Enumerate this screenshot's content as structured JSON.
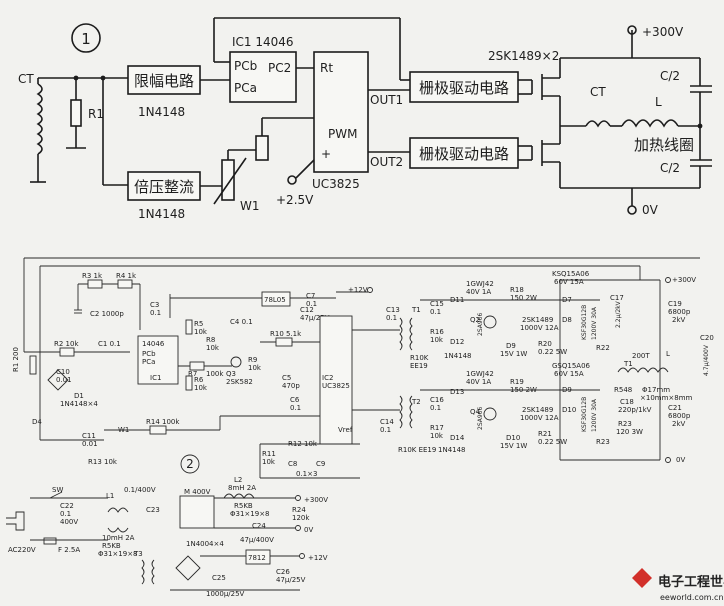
{
  "diagram1": {
    "number": "1",
    "ct_left": "CT",
    "r1": "R1",
    "limiter": "限幅电路",
    "diode_top": "1N4148",
    "ic1_title": "IC1 14046",
    "pcb": "PCb",
    "pca": "PCa",
    "pc2": "PC2",
    "rt": "Rt",
    "pwm": "PWM",
    "plus": "+",
    "out1": "OUT1",
    "out2": "OUT2",
    "uc": "UC3825",
    "doubler": "倍压整流",
    "diode_bottom": "1N4148",
    "w1": "W1",
    "v25": "+2.5V",
    "gate1": "栅极驱动电路",
    "gate2": "栅极驱动电路",
    "mosfet": "2SK1489×2",
    "v300": "+300V",
    "v0": "0V",
    "c2a": "C/2",
    "c2b": "C/2",
    "ct_right": "CT",
    "l": "L",
    "coil": "加热线圈"
  },
  "diagram2": {
    "number": "2",
    "labels": {
      "r3": "R3 1k",
      "r4": "R4 1k",
      "c2": "C2 1000p",
      "c3": "C3",
      "c3v": "0.1",
      "u7805": "78L05",
      "v12": "+12V",
      "c12": "C12",
      "c12v": "47μ/25V",
      "r5": "R5",
      "r5v": "10k",
      "r8": "R8",
      "r8v": "10k",
      "c4": "C4 0.1",
      "r7": "R7",
      "r7v": "100k",
      "r9": "R9",
      "r9v": "10k",
      "q3": "Q3",
      "q3v": "2SK582",
      "r6": "R6",
      "r6v": "10k",
      "r10": "R10 5.1k",
      "c5": "C5",
      "c5v": "470p",
      "c6": "C6",
      "c6v": "0.1",
      "c7": "C7",
      "c7v": "0.1",
      "ic1name": "14046",
      "pcb": "PCb",
      "pca": "PCa",
      "ic1": "IC1",
      "ic2": "IC2",
      "ic2v": "UC3825",
      "r12": "R12 10k",
      "r11": "R11",
      "r11v": "10k",
      "c8": "C8",
      "c9": "C9",
      "c9v": "0.1×3",
      "vref": "Vref",
      "r2": "R2 10k",
      "c1": "C1 0.1",
      "r1": "R1 200",
      "c10": "C10",
      "c10v": "0.01",
      "d1": "D1",
      "diodes": "1N4148×4",
      "d4": "D4",
      "c11": "C11",
      "c11v": "0.01",
      "r13": "R13 10k",
      "w1": "W1",
      "r14": "R14 100k",
      "t1": "T1",
      "t2": "T2",
      "r10k": "R10K",
      "ee19a": "EE19",
      "ee19b": "R10K EE19",
      "c13": "C13",
      "c13v": "0.1",
      "c14": "C14",
      "c14v": "0.1",
      "c15": "C15",
      "c15v": "0.1",
      "c16": "C16",
      "c16v": "0.1",
      "r16": "R16",
      "r16v": "10k",
      "r17": "R17",
      "r17v": "10k",
      "d11": "D11",
      "d12": "D12",
      "d13": "D13",
      "d14": "D14",
      "n4148a": "1N4148",
      "n4148b": "1N4148",
      "q2": "Q2",
      "q4": "Q4",
      "sa1": "2SA966",
      "sa2": "2SA966",
      "gw1": "1GWJ42",
      "gw1v": "40V 1A",
      "gw2": "1GWJ42",
      "gw2v": "40V 1A",
      "r18": "R18",
      "r18v": "150 2W",
      "r19": "R19",
      "r19v": "150 2W",
      "d9": "D9",
      "d9v": "15V 1W",
      "d10": "D10",
      "d10v": "15V 1W",
      "k1": "2SK1489",
      "k1v": "1000V 12A",
      "k2": "2SK1489",
      "k2v": "1000V 12A",
      "r20": "R20",
      "r20v": "0.22 5W",
      "r21": "R21",
      "r21v": "0.22 5W",
      "ks1": "KSQ15A06",
      "ks1v": "60V 15A",
      "ks2": "GSQ15A06",
      "ks2v": "60V 15A",
      "d7": "D7",
      "d8": "D8",
      "d9b": "D9",
      "d10b": "D10",
      "k3": "KSF30G12B",
      "k3v": "1200V 30A",
      "k4": "KSF30G12B",
      "k4v": "1200V 30A",
      "r22": "R22",
      "r23": "R23",
      "c17": "C17",
      "c17v": "2.2μ/2kV",
      "t200": "200T",
      "t1b": "T1",
      "r548": "R548",
      "coil1": "Φ17mm",
      "coil2": "×10mm×8mm",
      "c18": "C18",
      "c18v": "220p/1kV",
      "r233": "R23",
      "r233v": "120 3W",
      "c19": "C19",
      "c19v": "6800p",
      "c19w": "2kV",
      "c20": "C20",
      "c20v": "4.7μ/400V",
      "c21": "C21",
      "c21v": "6800p",
      "c21w": "2kV",
      "v300": "+300V",
      "v0": "0V",
      "l": "L"
    }
  },
  "power": {
    "sw": "SW",
    "c22": "C22",
    "c22v": "0.1",
    "c22w": "400V",
    "l1": "L1",
    "fuse": "F 2.5A",
    "ac": "AC220V",
    "l1v": "10mH 2A",
    "core": "R5KB",
    "corev": "Φ31×19×8",
    "c23": "C23",
    "c23v": "0.1/400V",
    "m": "M 400V",
    "l2": "L2",
    "l2v": "8mH 2A",
    "l2c": "R5KB",
    "l2cv": "Φ31×19×8",
    "r24": "R24",
    "r24v": "120k",
    "c24": "C24",
    "c24v": "47μ/400V",
    "v300": "+300V",
    "v0": "0V",
    "t3": "T3",
    "rect": "1N4004×4",
    "u7812": "7812",
    "c25": "C25",
    "c25v": "1000μ/25V",
    "c26": "C26",
    "c26v": "47μ/25V",
    "v12": "+12V"
  },
  "watermark": {
    "brand": "电子工程世界",
    "url": "eeworld.com.cn"
  }
}
